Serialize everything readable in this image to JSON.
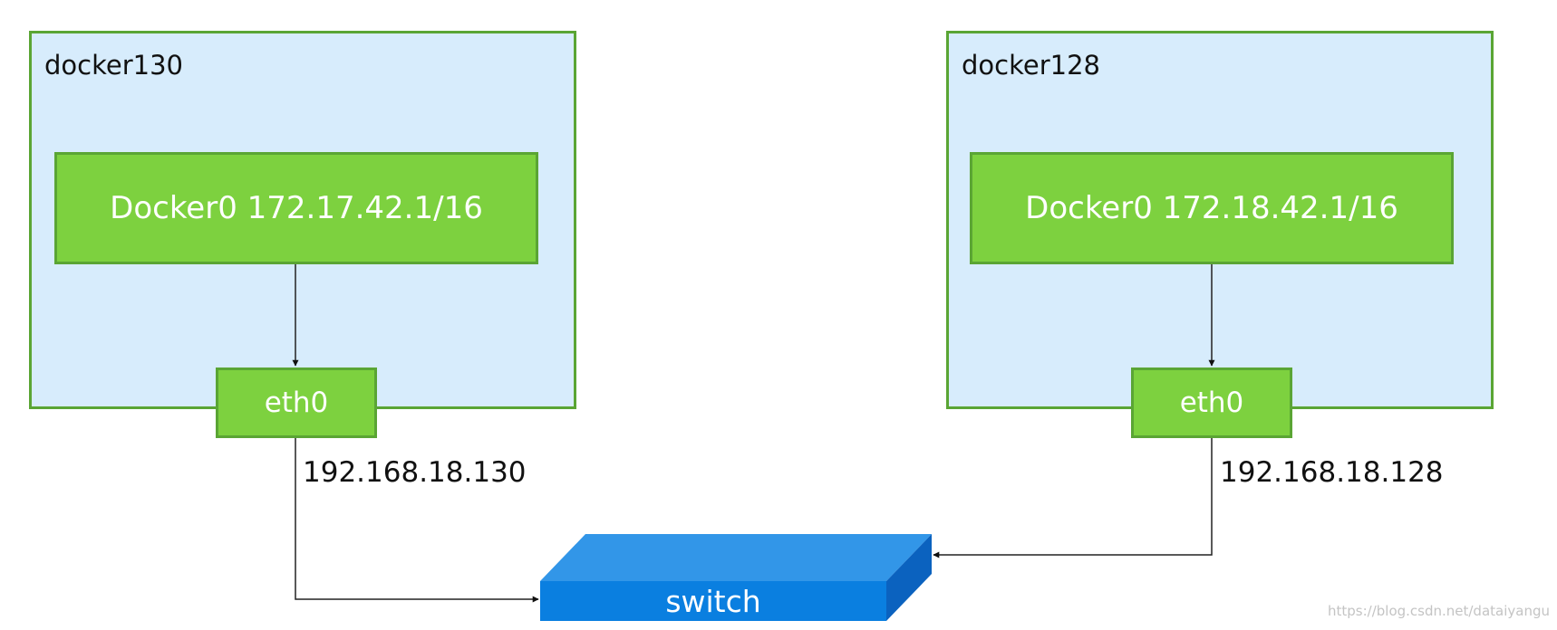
{
  "hosts": [
    {
      "name": "docker130",
      "bridge_label": "Docker0 172.17.42.1/16",
      "interface_label": "eth0",
      "ip": "192.168.18.130"
    },
    {
      "name": "docker128",
      "bridge_label": "Docker0 172.18.42.1/16",
      "interface_label": "eth0",
      "ip": "192.168.18.128"
    }
  ],
  "switch": {
    "label": "switch"
  },
  "watermark": "https://blog.csdn.net/dataiyangu",
  "colors": {
    "host_fill": "#d7ecfc",
    "green_fill": "#7dd13f",
    "green_border": "#5aa534",
    "switch_top": "#3296e8",
    "switch_front": "#0a7fe0",
    "switch_side": "#0b62bf"
  }
}
